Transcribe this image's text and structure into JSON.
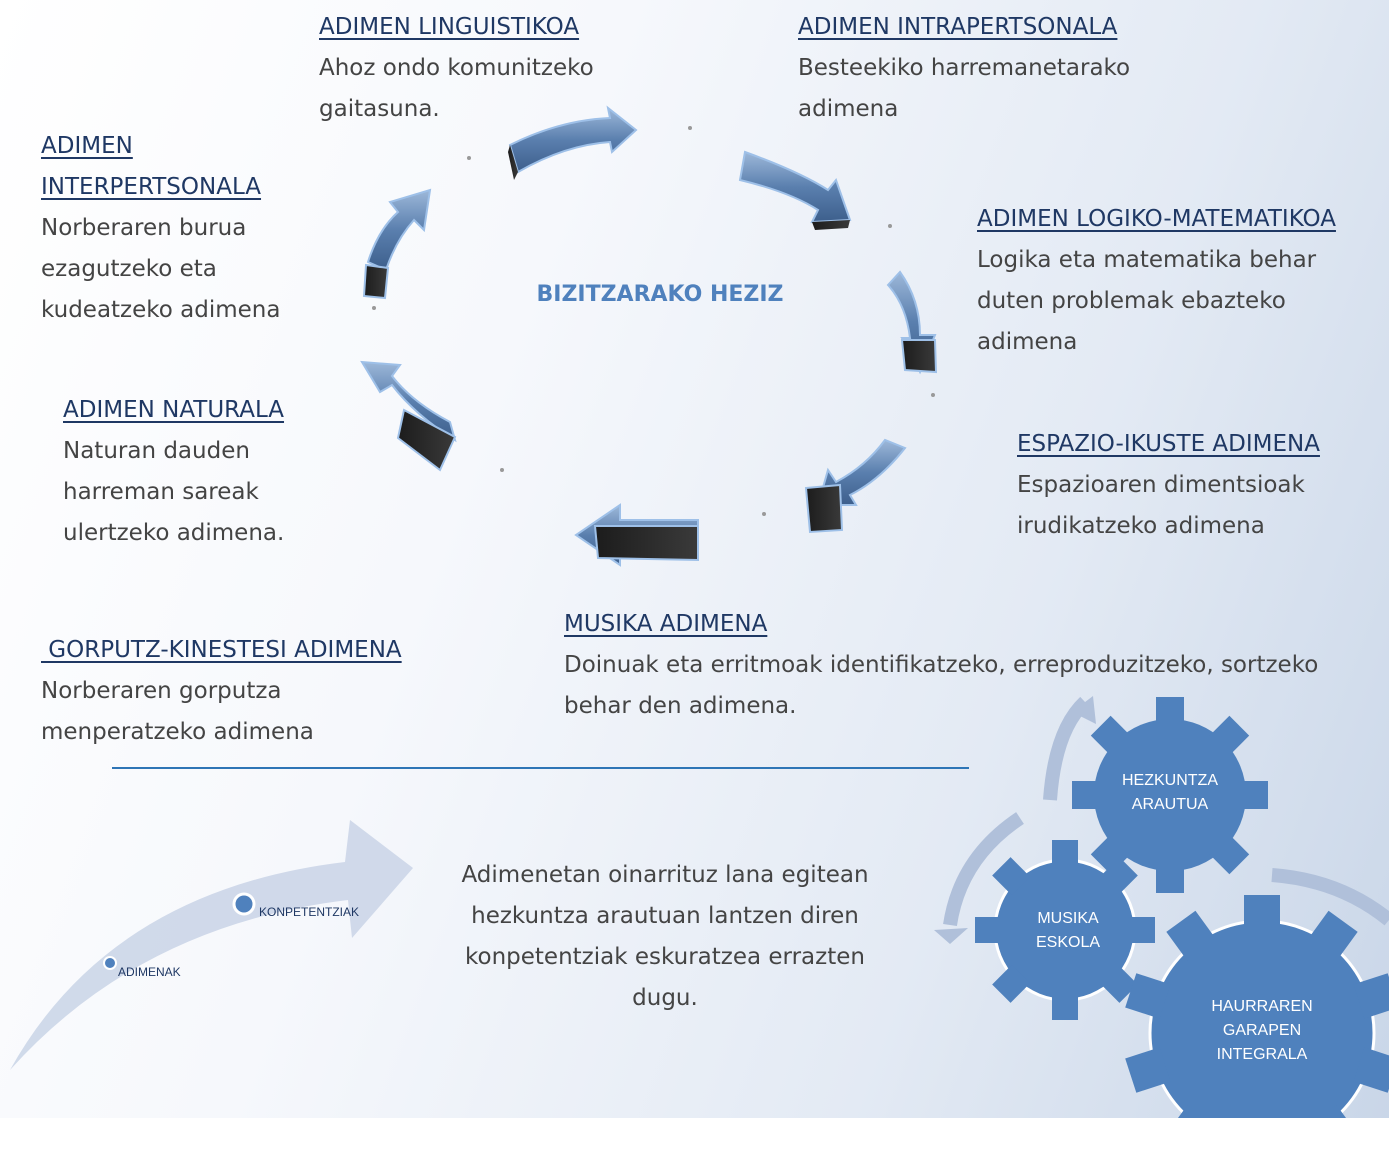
{
  "center_title": "BIZITZARAKO HEZIZ",
  "intelligences": [
    {
      "key": "linguistikoa",
      "heading": "ADIMEN LINGUISTIKOA",
      "text": "Ahoz ondo komunitzeko gaitasuna."
    },
    {
      "key": "intrapertsonala",
      "heading": "ADIMEN INTRAPERTSONALA",
      "text": "Besteekiko harremanetarako adimena"
    },
    {
      "key": "interpertsonala",
      "heading": "ADIMEN INTERPERTSONALA",
      "text": "Norberaren burua ezagutzeko eta kudeatzeko adimena"
    },
    {
      "key": "logiko",
      "heading": "ADIMEN LOGIKO-MATEMATIKOA",
      "text": "Logika eta matematika behar duten problemak ebazteko adimena"
    },
    {
      "key": "naturala",
      "heading": "ADIMEN NATURALA",
      "text": "Naturan dauden harreman sareak ulertzeko adimena."
    },
    {
      "key": "espazio",
      "heading": "ESPAZIO-IKUSTE ADIMENA",
      "text": "Espazioaren dimentsioak irudikatzeko adimena"
    },
    {
      "key": "musika",
      "heading": "MUSIKA ADIMENA",
      "text": "Doinuak eta erritmoak identifikatzeko, erreproduzitzeko, sortzeko behar den adimena."
    },
    {
      "key": "gorputz",
      "heading": " GORPUTZ-KINESTESI ADIMENA",
      "text": "Norberaren gorputza menperatzeko adimena"
    }
  ],
  "bottom_text": "Adimenetan oinarrituz lana egitean hezkuntza arautuan lantzen diren konpetentziak eskuratzea errazten dugu.",
  "path_labels": {
    "start": "ADIMENAK",
    "end": "KONPETENTZIAK"
  },
  "gears": {
    "top": "HEZKUNTZA ARAUTUA",
    "left": "MUSIKA ESKOLA",
    "big": "HAURRAREN GARAPEN INTEGRALA"
  },
  "colors": {
    "gear": "#4f81bd",
    "arrow": "#5a7fae",
    "heading": "#1f3864",
    "center": "#4f81bd",
    "divider": "#2e75b6"
  }
}
